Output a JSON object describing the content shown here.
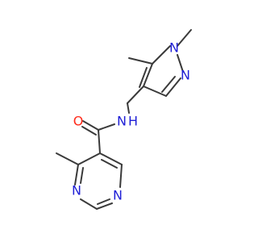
{
  "molecule": {
    "atom_labels": {
      "pyrazole_n1": "N",
      "pyrazole_n2": "N",
      "amide_n": "N",
      "amide_h": "H",
      "carbonyl_o": "O",
      "pyrimidine_n1": "N",
      "pyrimidine_n3": "N"
    }
  },
  "colors": {
    "bond": "#3a3a3a",
    "nitrogen": "#1f1fd6",
    "oxygen": "#ff2a1a",
    "background": "#ffffff"
  }
}
